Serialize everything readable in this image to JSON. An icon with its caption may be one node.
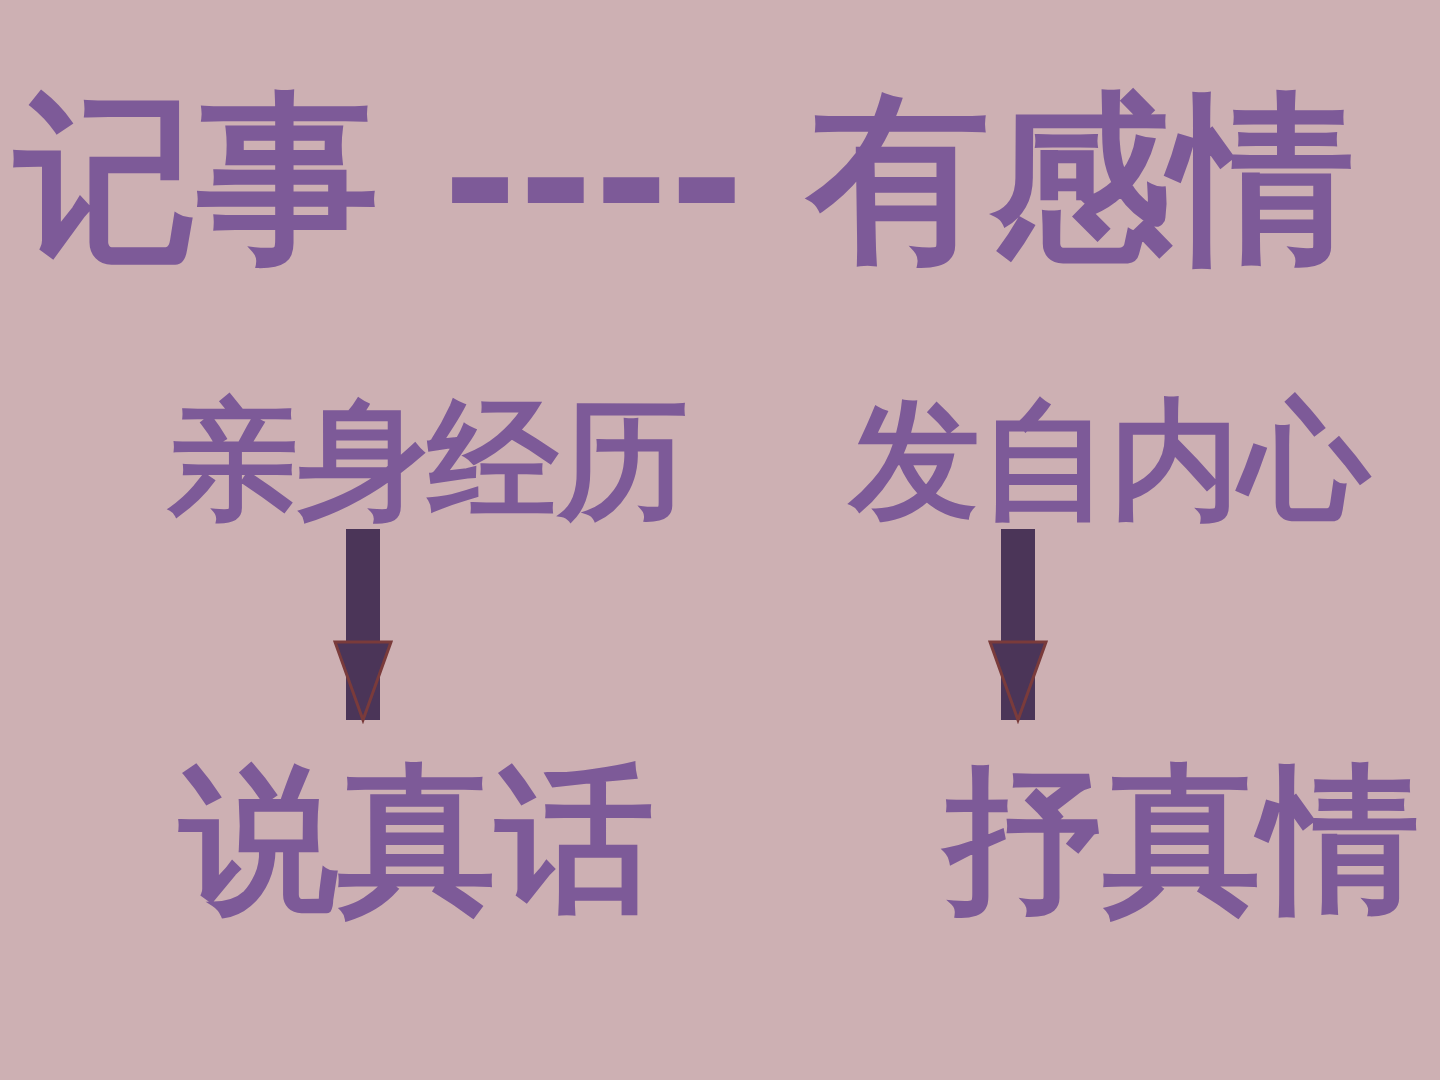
{
  "diagram": {
    "title": "记事 ---- 有感情",
    "nodes": [
      {
        "text": [
          "亲身经历"
        ]
      },
      {
        "text": [
          "发自内心"
        ]
      },
      {
        "text": [
          "说**真**话"
        ]
      },
      {
        "text": [
          "抒**真**情"
        ]
      }
    ],
    "edges": [
      {
        "from": 0,
        "to": 2,
        "arrow": "to"
      },
      {
        "from": 1,
        "to": 3,
        "arrow": "to"
      }
    ]
  }
}
